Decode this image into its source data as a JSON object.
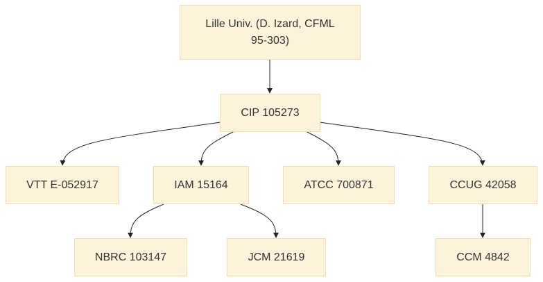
{
  "colors": {
    "node_fill": "#fdf3d9",
    "node_border": "#f0dfae",
    "edge": "#222222",
    "text": "#333333"
  },
  "nodes": {
    "lille": "Lille Univ. (D. Izard, CFML 95-303)",
    "cip": "CIP 105273",
    "vtt": "VTT E-052917",
    "iam": "IAM 15164",
    "atcc": "ATCC 700871",
    "ccug": "CCUG 42058",
    "nbrc": "NBRC 103147",
    "jcm": "JCM 21619",
    "ccm": "CCM 4842"
  },
  "edges": [
    [
      "lille",
      "cip"
    ],
    [
      "cip",
      "vtt"
    ],
    [
      "cip",
      "iam"
    ],
    [
      "cip",
      "atcc"
    ],
    [
      "cip",
      "ccug"
    ],
    [
      "iam",
      "nbrc"
    ],
    [
      "iam",
      "jcm"
    ],
    [
      "ccug",
      "ccm"
    ]
  ]
}
